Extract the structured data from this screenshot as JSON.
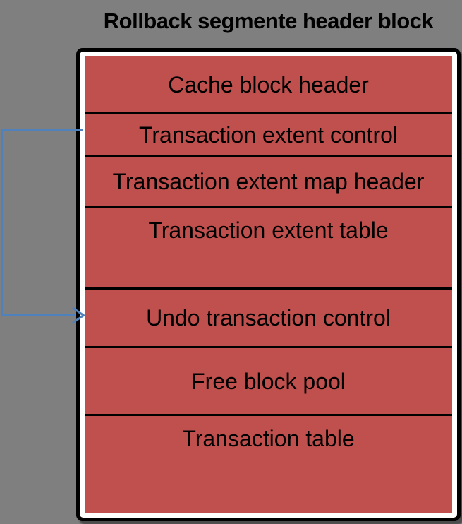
{
  "title": "Rollback segmente header block",
  "box": {
    "sections": [
      {
        "id": "cache-block-header",
        "label": "Cache block header",
        "height": 79,
        "text_align": "center"
      },
      {
        "id": "transaction-extent-control",
        "label": "Transaction extent control",
        "height": 60,
        "text_align": "center"
      },
      {
        "id": "transaction-extent-map-header",
        "label": "Transaction extent map header",
        "height": 72,
        "text_align": "center"
      },
      {
        "id": "transaction-extent-table",
        "label": "Transaction extent table",
        "height": 116,
        "text_align": "top"
      },
      {
        "id": "undo-transaction-control",
        "label": "Undo transaction control",
        "height": 83,
        "text_align": "center"
      },
      {
        "id": "free-block-pool",
        "label": "Free block pool",
        "height": 96,
        "text_align": "center"
      },
      {
        "id": "transaction-table",
        "label": "Transaction table",
        "height": 140,
        "text_align": "top"
      }
    ]
  },
  "arrow": {
    "from": "Transaction extent control",
    "to": "Undo transaction control",
    "color": "#4F81BD"
  },
  "colors": {
    "background": "#7F7F7F",
    "section_fill": "#C0504D",
    "divider": "#000000",
    "border": "#000000",
    "inner_frame": "#FFFFFF",
    "text": "#000000"
  }
}
